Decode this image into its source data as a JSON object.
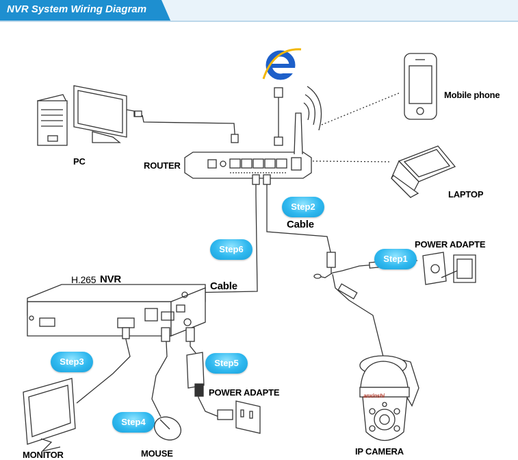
{
  "header": {
    "title": "NVR System Wiring Diagram"
  },
  "labels": {
    "pc": "PC",
    "router": "ROUTER",
    "mobile_phone": "Mobile phone",
    "laptop": "LAPTOP",
    "power_adapter_camera": "POWER ADAPTE",
    "power_adapter_nvr": "POWER ADAPTE",
    "nvr_prefix": "H.265",
    "nvr": "NVR",
    "cable_top": "Cable",
    "cable_nvr": "Cable",
    "monitor": "MONITOR",
    "mouse": "MOUSE",
    "ip_camera": "IP  CAMERA",
    "camera_brand": "anxinshi"
  },
  "steps": {
    "step1": "Step1",
    "step2": "Step2",
    "step3": "Step3",
    "step4": "Step4",
    "step5": "Step5",
    "step6": "Step6"
  },
  "colors": {
    "banner_blue": "#1e8fd0",
    "step_blue": "#2fb8ef",
    "ie_blue": "#1d5fc9",
    "line": "#333333"
  },
  "icons": [
    "internet-explorer-icon",
    "wifi-signal-icon"
  ]
}
